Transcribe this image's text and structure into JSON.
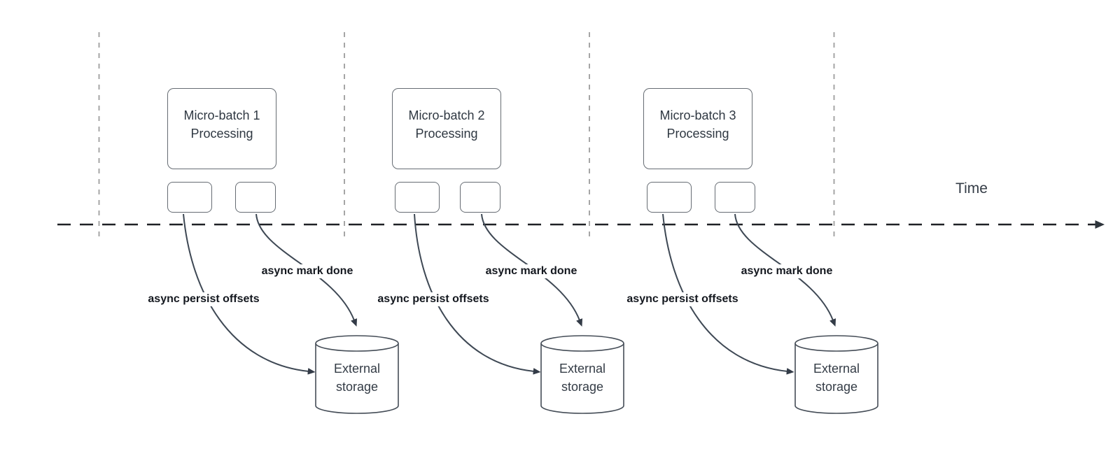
{
  "diagram": {
    "time_label": "Time",
    "groups": [
      {
        "box_label": "Micro-batch 1\nProcessing",
        "persist_label": "async persist offsets",
        "done_label": "async mark done",
        "storage_label": "External\nstorage"
      },
      {
        "box_label": "Micro-batch 2\nProcessing",
        "persist_label": "async persist offsets",
        "done_label": "async mark done",
        "storage_label": "External\nstorage"
      },
      {
        "box_label": "Micro-batch 3\nProcessing",
        "persist_label": "async persist offsets",
        "done_label": "async mark done",
        "storage_label": "External\nstorage"
      }
    ],
    "colors": {
      "curve_stroke": "#3e4854",
      "timeline_stroke": "#1f2125",
      "gridline_stroke": "#a6a6a6",
      "box_border": "#666c73",
      "body_text": "#2f3842",
      "bold_label_text": "#14181f"
    }
  }
}
